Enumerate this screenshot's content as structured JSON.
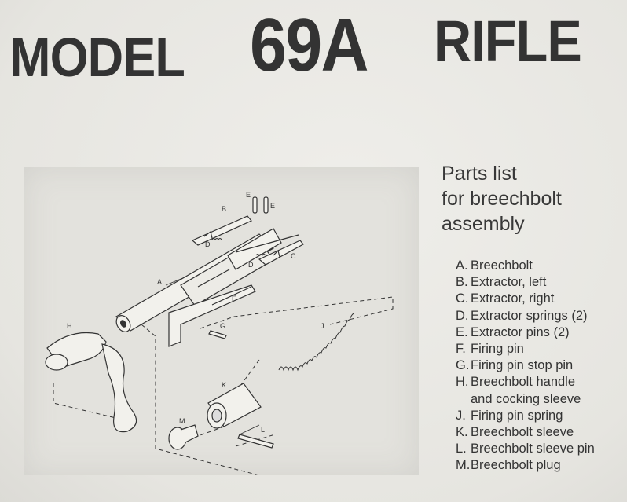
{
  "title": {
    "word1": "MODEL",
    "number": "69A",
    "word2": "RIFLE"
  },
  "parts_heading": {
    "line1": "Parts list",
    "line2": "for breechbolt",
    "line3": "assembly"
  },
  "parts": [
    {
      "letter": "A.",
      "name": "Breechbolt"
    },
    {
      "letter": "B.",
      "name": "Extractor, left"
    },
    {
      "letter": "C.",
      "name": "Extractor, right"
    },
    {
      "letter": "D.",
      "name": "Extractor springs (2)"
    },
    {
      "letter": "E.",
      "name": "Extractor pins (2)"
    },
    {
      "letter": "F.",
      "name": "Firing pin"
    },
    {
      "letter": "G.",
      "name": "Firing pin stop pin"
    },
    {
      "letter": "H.",
      "name": "Breechbolt handle"
    },
    {
      "letter": "",
      "name": "and cocking sleeve"
    },
    {
      "letter": "J.",
      "name": "Firing pin spring"
    },
    {
      "letter": "K.",
      "name": "Breechbolt sleeve"
    },
    {
      "letter": "L.",
      "name": "Breechbolt sleeve pin"
    },
    {
      "letter": "M.",
      "name": "Breechbolt plug"
    }
  ],
  "diagram_labels": {
    "a": "A",
    "b": "B",
    "c": "C",
    "d1": "D",
    "d2": "D",
    "e1": "E",
    "e2": "E",
    "f": "F",
    "g": "G",
    "h": "H",
    "j": "J",
    "k": "K",
    "l": "L",
    "m": "M"
  },
  "colors": {
    "page": "#ebeae6",
    "ink": "#333333",
    "panel": "#e3e2dd"
  }
}
